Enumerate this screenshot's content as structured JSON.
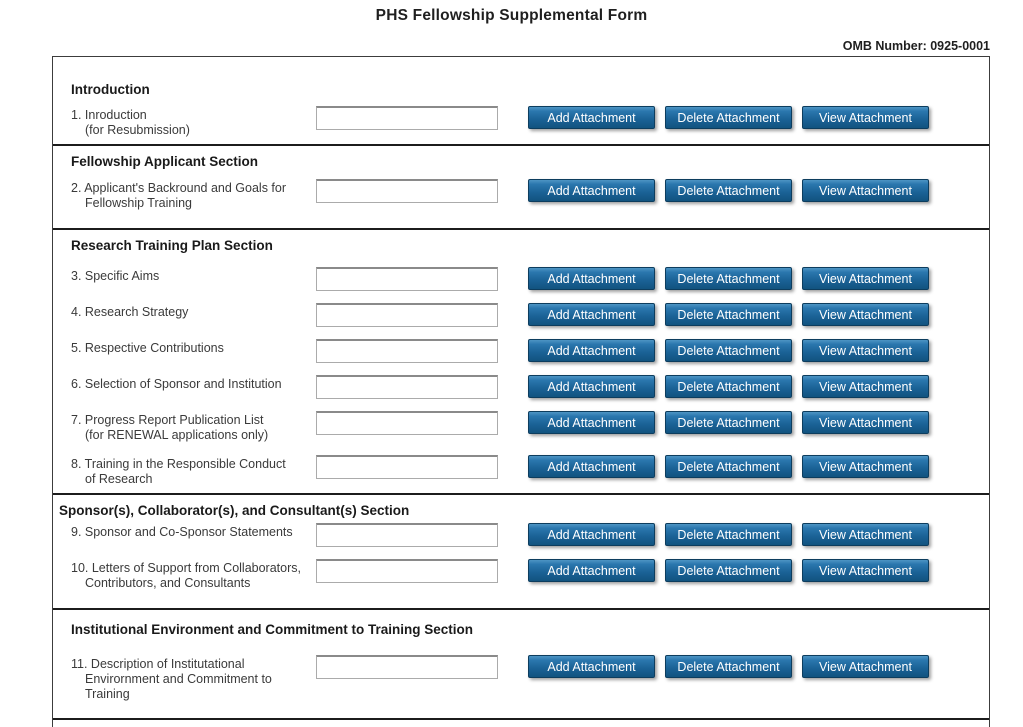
{
  "page": {
    "title": "PHS Fellowship Supplemental Form",
    "omb_label": "OMB Number: 0925-0001"
  },
  "buttons": {
    "add": "Add Attachment",
    "delete": "Delete Attachment",
    "view": "View Attachment"
  },
  "colors": {
    "button_blue_top": "#2b77ae",
    "button_blue_bottom": "#12537f",
    "button_border": "#0d3d5e",
    "section_divider": "#1c1c1c",
    "text": "#333333"
  },
  "form": {
    "sections": [
      {
        "heading": "Introduction",
        "items": [
          {
            "label_lines": [
              "1. Inroduction",
              "(for Resubmission)"
            ],
            "value": ""
          }
        ]
      },
      {
        "heading": "Fellowship Applicant Section",
        "items": [
          {
            "label_lines": [
              "2. Applicant's Backround and Goals for",
              "Fellowship Training"
            ],
            "value": ""
          }
        ]
      },
      {
        "heading": "Research Training Plan Section",
        "items": [
          {
            "label_lines": [
              "3. Specific Aims"
            ],
            "value": ""
          },
          {
            "label_lines": [
              "4. Research Strategy"
            ],
            "value": ""
          },
          {
            "label_lines": [
              "5. Respective Contributions"
            ],
            "value": ""
          },
          {
            "label_lines": [
              "6. Selection of Sponsor and Institution"
            ],
            "value": ""
          },
          {
            "label_lines": [
              "7. Progress Report Publication List",
              "(for RENEWAL applications only)"
            ],
            "value": ""
          },
          {
            "label_lines": [
              "8. Training in the Responsible Conduct",
              "of Research"
            ],
            "value": ""
          }
        ]
      },
      {
        "heading": "Sponsor(s), Collaborator(s), and Consultant(s) Section",
        "items": [
          {
            "label_lines": [
              "9. Sponsor and Co-Sponsor Statements"
            ],
            "value": ""
          },
          {
            "label_lines": [
              "10. Letters of Support from Collaborators,",
              "Contributors, and Consultants"
            ],
            "value": ""
          }
        ]
      },
      {
        "heading": "Institutional Environment and Commitment to Training Section",
        "items": [
          {
            "label_lines": [
              "11. Description of Institutational",
              "Envirornment and Commitment to",
              "Training"
            ],
            "value": ""
          }
        ]
      }
    ]
  }
}
